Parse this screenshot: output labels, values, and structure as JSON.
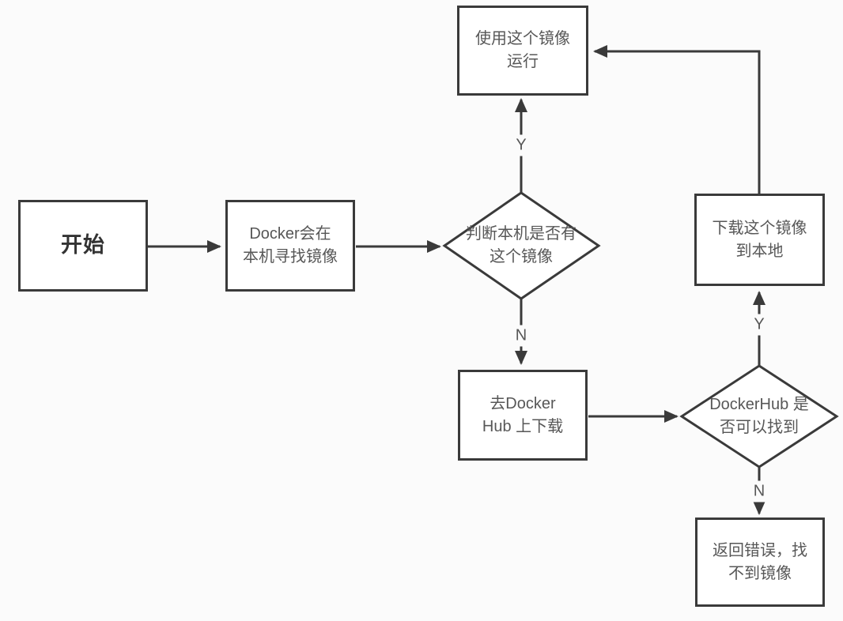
{
  "diagram": {
    "type": "flowchart",
    "colors": {
      "background": "#fbfbfb",
      "line": "#3a3a3a",
      "box_border": "#3a3a3a",
      "box_fill": "#ffffff",
      "text": "#575757"
    }
  },
  "nodes": {
    "start": {
      "shape": "rect",
      "label": "开始"
    },
    "find_local": {
      "shape": "rect",
      "label": "Docker会在\n本机寻找镜像"
    },
    "check_local": {
      "shape": "diamond",
      "label": "判断本机是否有\n这个镜像"
    },
    "run_image": {
      "shape": "rect",
      "label": "使用这个镜像\n运行"
    },
    "goto_hub": {
      "shape": "rect",
      "label": "去Docker\nHub 上下载"
    },
    "check_hub": {
      "shape": "diamond",
      "label": "DockerHub 是\n否可以找到"
    },
    "download_image": {
      "shape": "rect",
      "label": "下载这个镜像\n到本地"
    },
    "return_error": {
      "shape": "rect",
      "label": "返回错误，找\n不到镜像"
    }
  },
  "edges": [
    {
      "from": "start",
      "to": "find_local",
      "label": ""
    },
    {
      "from": "find_local",
      "to": "check_local",
      "label": ""
    },
    {
      "from": "check_local",
      "to": "run_image",
      "label": "Y"
    },
    {
      "from": "check_local",
      "to": "goto_hub",
      "label": "N"
    },
    {
      "from": "goto_hub",
      "to": "check_hub",
      "label": ""
    },
    {
      "from": "check_hub",
      "to": "download_image",
      "label": "Y"
    },
    {
      "from": "download_image",
      "to": "run_image",
      "label": ""
    },
    {
      "from": "check_hub",
      "to": "return_error",
      "label": "N"
    }
  ]
}
